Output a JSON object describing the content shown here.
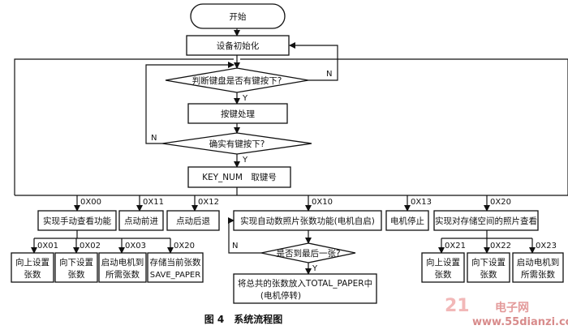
{
  "start": "开始",
  "init": "设备初始化",
  "check_key": "判断键盘是否有键按下?",
  "yes": "Y",
  "no": "N",
  "key_process": "按键处理",
  "confirm_key": "确实有键按下?",
  "get_key": "KEY_NUM　取键号",
  "codes": {
    "c00": "0X00",
    "c11": "0X11",
    "c12": "0X12",
    "c10": "0X10",
    "c13": "0X13",
    "c20": "0X20",
    "c01": "0X01",
    "c02": "0X02",
    "c03": "0X03",
    "c20b": "0X20",
    "c21": "0X21",
    "c22": "0X22",
    "c23": "0X23"
  },
  "functions": {
    "manual": "实现手动查看功能",
    "jog_fwd": "点动前进",
    "jog_back": "点动后退",
    "auto_count": "实现自动数照片张数功能(电机自启)",
    "motor_stop": "电机停止",
    "storage_view": "实现对存储空间的照片查看"
  },
  "manual_sub": {
    "up_1": "向上设置",
    "up_2": "张数",
    "down_1": "向下设置",
    "down_2": "张数",
    "motor_1": "启动电机到",
    "motor_2": "所需张数",
    "save_1": "存储当前张数",
    "save_2": "SAVE_PAPER"
  },
  "last_sheet": "是否到最后一张?",
  "total_1": "将总共的张数放入TOTAL_PAPER中",
  "total_2": "(电机停转)",
  "storage_sub": {
    "up_1": "向上设置",
    "up_2": "张数",
    "down_1": "向下设置",
    "down_2": "张数",
    "motor_1": "启动电机到",
    "motor_2": "所需张数"
  },
  "caption": "图 4　系统流程图",
  "watermark": {
    "logo_a": "21",
    "logo_b": "电子网",
    "url": "www.55dianzi.com"
  }
}
